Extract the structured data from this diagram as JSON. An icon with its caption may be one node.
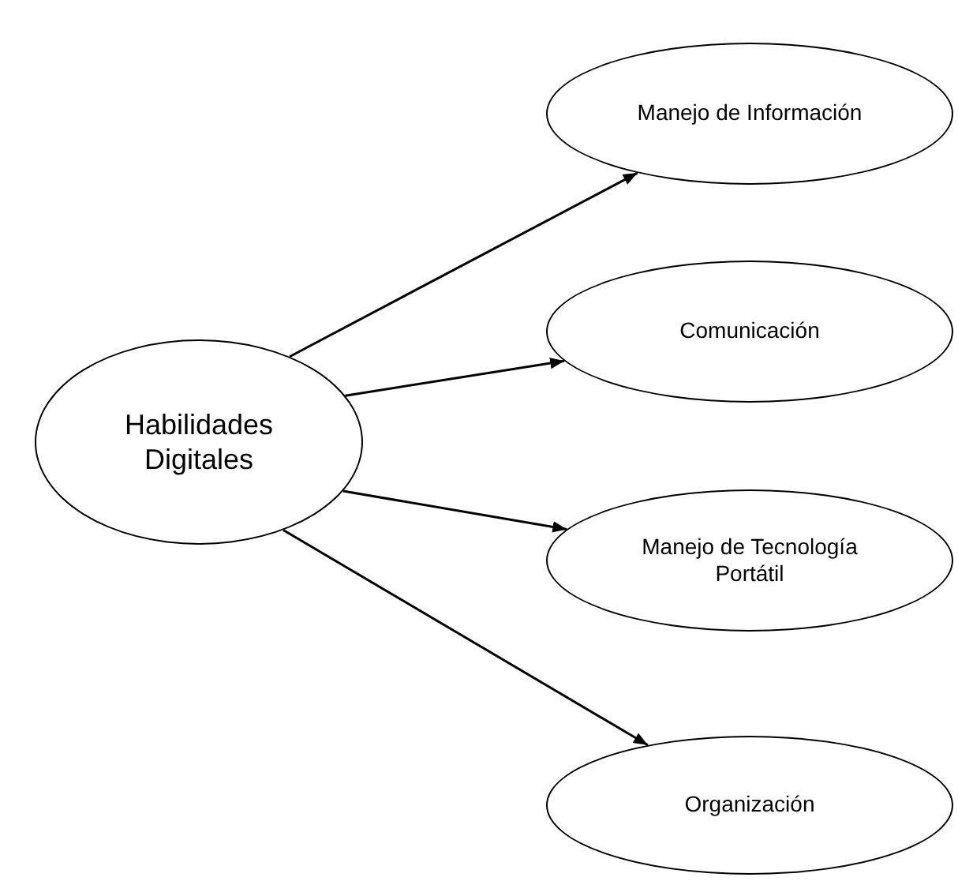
{
  "diagram": {
    "nodes": [
      {
        "text": [
          "Habilidades Digitales"
        ]
      },
      {
        "text": [
          "Manejo de Información"
        ]
      },
      {
        "text": [
          "Comunicación"
        ]
      },
      {
        "text": [
          "Manejo de Tecnología Portátil"
        ]
      },
      {
        "text": [
          "Organización"
        ]
      }
    ],
    "edges": [
      {
        "from": 0,
        "to": 1,
        "arrow": "to"
      },
      {
        "from": 0,
        "to": 2,
        "arrow": "to"
      },
      {
        "from": 0,
        "to": 3,
        "arrow": "to"
      },
      {
        "from": 0,
        "to": 4,
        "arrow": "to"
      }
    ]
  }
}
